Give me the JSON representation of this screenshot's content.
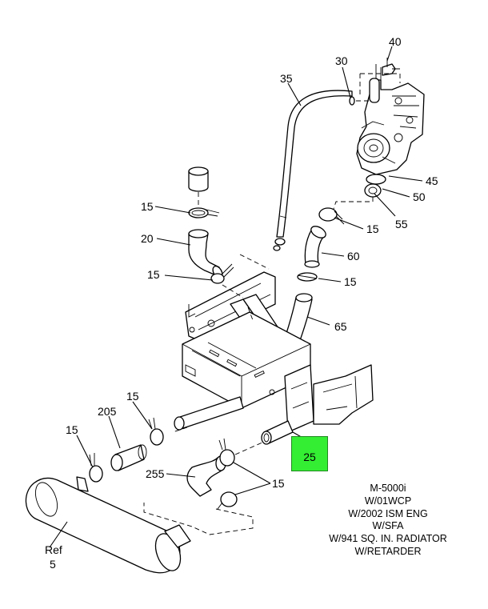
{
  "callouts": {
    "c40": "40",
    "c30": "30",
    "c35": "35",
    "c45": "45",
    "c50": "50",
    "c55": "55",
    "c15_a": "15",
    "c15_b": "15",
    "c20": "20",
    "c60": "60",
    "c15_c": "15",
    "c15_d": "15",
    "c65": "65",
    "c15_e": "15",
    "c205": "205",
    "c15_f": "15",
    "c255": "255",
    "c15_g": "15",
    "ref_label": "Ref",
    "ref_num": "5"
  },
  "highlight": {
    "label": "25",
    "color": "#33ee33"
  },
  "note_lines": [
    "M-5000i",
    "W/01WCP",
    "W/2002 ISM ENG",
    "W/SFA",
    "W/941 SQ. IN. RADIATOR",
    "W/RETARDER"
  ]
}
